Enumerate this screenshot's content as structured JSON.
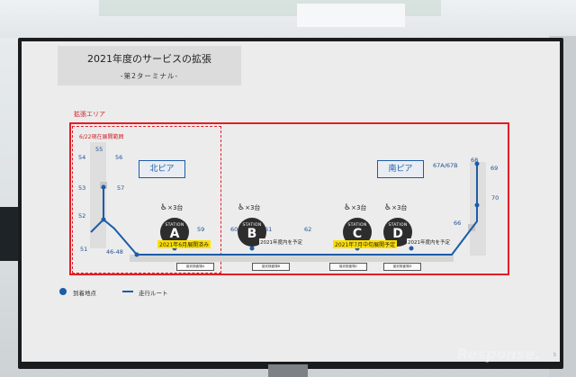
{
  "title": "2021年度のサービスの拡張",
  "subtitle": "-第2ターミナル-",
  "area_label": "拡張エリア",
  "existing_label": "6/22現在展開範囲",
  "piers": {
    "north": "北ピア",
    "south": "南ピア"
  },
  "gates": [
    "55",
    "54",
    "56",
    "53",
    "57",
    "52",
    "51",
    "46-48",
    "59",
    "60",
    "61",
    "62",
    "67A/67B",
    "68",
    "69",
    "70",
    "66"
  ],
  "vehicles": {
    "a": "×3台",
    "b": "×3台",
    "c": "×3台",
    "d": "×3台"
  },
  "station_word": "STATION",
  "stations": [
    "A",
    "B",
    "C",
    "D"
  ],
  "notes": {
    "a": "2021年6月展開済み",
    "b": "2021年度内を予定",
    "c": "2021年7月中旬展開予定",
    "d": "2021年度内を予定"
  },
  "slots": [
    "保安検査場A",
    "保安検査場B",
    "保安検査場C",
    "保安検査場D"
  ],
  "legend": {
    "arrival": "到着地点",
    "route": "走行ルート"
  },
  "page_mark": "5",
  "watermark": "Response.",
  "colors": {
    "route": "#1c5ca8",
    "frame": "#e21e25",
    "highlight": "#ffe000"
  }
}
